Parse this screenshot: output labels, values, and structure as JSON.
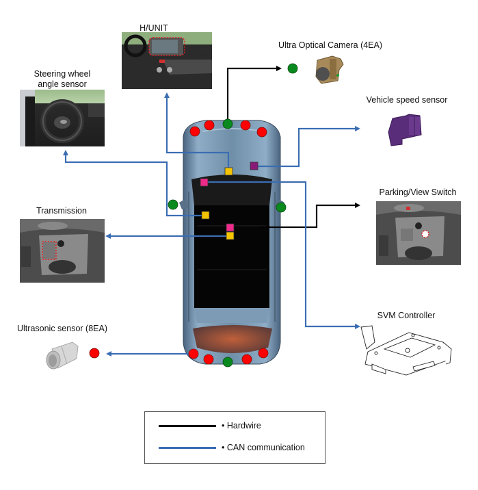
{
  "diagram": {
    "title": "SVM system configuration",
    "colors": {
      "hardwire": "#000000",
      "can": "#3b6db3",
      "ultrasonic_sensor_dot": "#ff0000",
      "camera_dot": "#0a8a1e",
      "controller_square": "#f5c400",
      "switch_square": "#ee2a8a",
      "speed_square": "#8a1a7a",
      "car_body": "#6f8ea8"
    },
    "components": [
      {
        "id": "h_unit",
        "label": "H/UNIT",
        "connection": "CAN communication"
      },
      {
        "id": "steering_wheel_angle_sensor",
        "label_line1": "Steering wheel",
        "label_line2": "angle sensor",
        "connection": "CAN communication"
      },
      {
        "id": "ultra_optical_camera",
        "label": "Ultra Optical Camera (4EA)",
        "connection": "Hardwire"
      },
      {
        "id": "vehicle_speed_sensor",
        "label": "Vehicle speed sensor",
        "connection": "CAN communication"
      },
      {
        "id": "transmission",
        "label": "Transmission",
        "connection": "CAN communication"
      },
      {
        "id": "parking_view_switch",
        "label": "Parking/View Switch",
        "connection": "Hardwire"
      },
      {
        "id": "svm_controller",
        "label": "SVM Controller",
        "connection": "CAN communication"
      },
      {
        "id": "ultrasonic_sensor",
        "label": "Ultrasonic sensor (8EA)",
        "connection": "CAN communication"
      }
    ],
    "counts": {
      "cameras": 4,
      "ultrasonic_sensors": 8
    }
  },
  "legend": {
    "items": [
      {
        "label": "• Hardwire",
        "color": "#000000"
      },
      {
        "label": "• CAN communication",
        "color": "#3b6db3"
      }
    ]
  }
}
